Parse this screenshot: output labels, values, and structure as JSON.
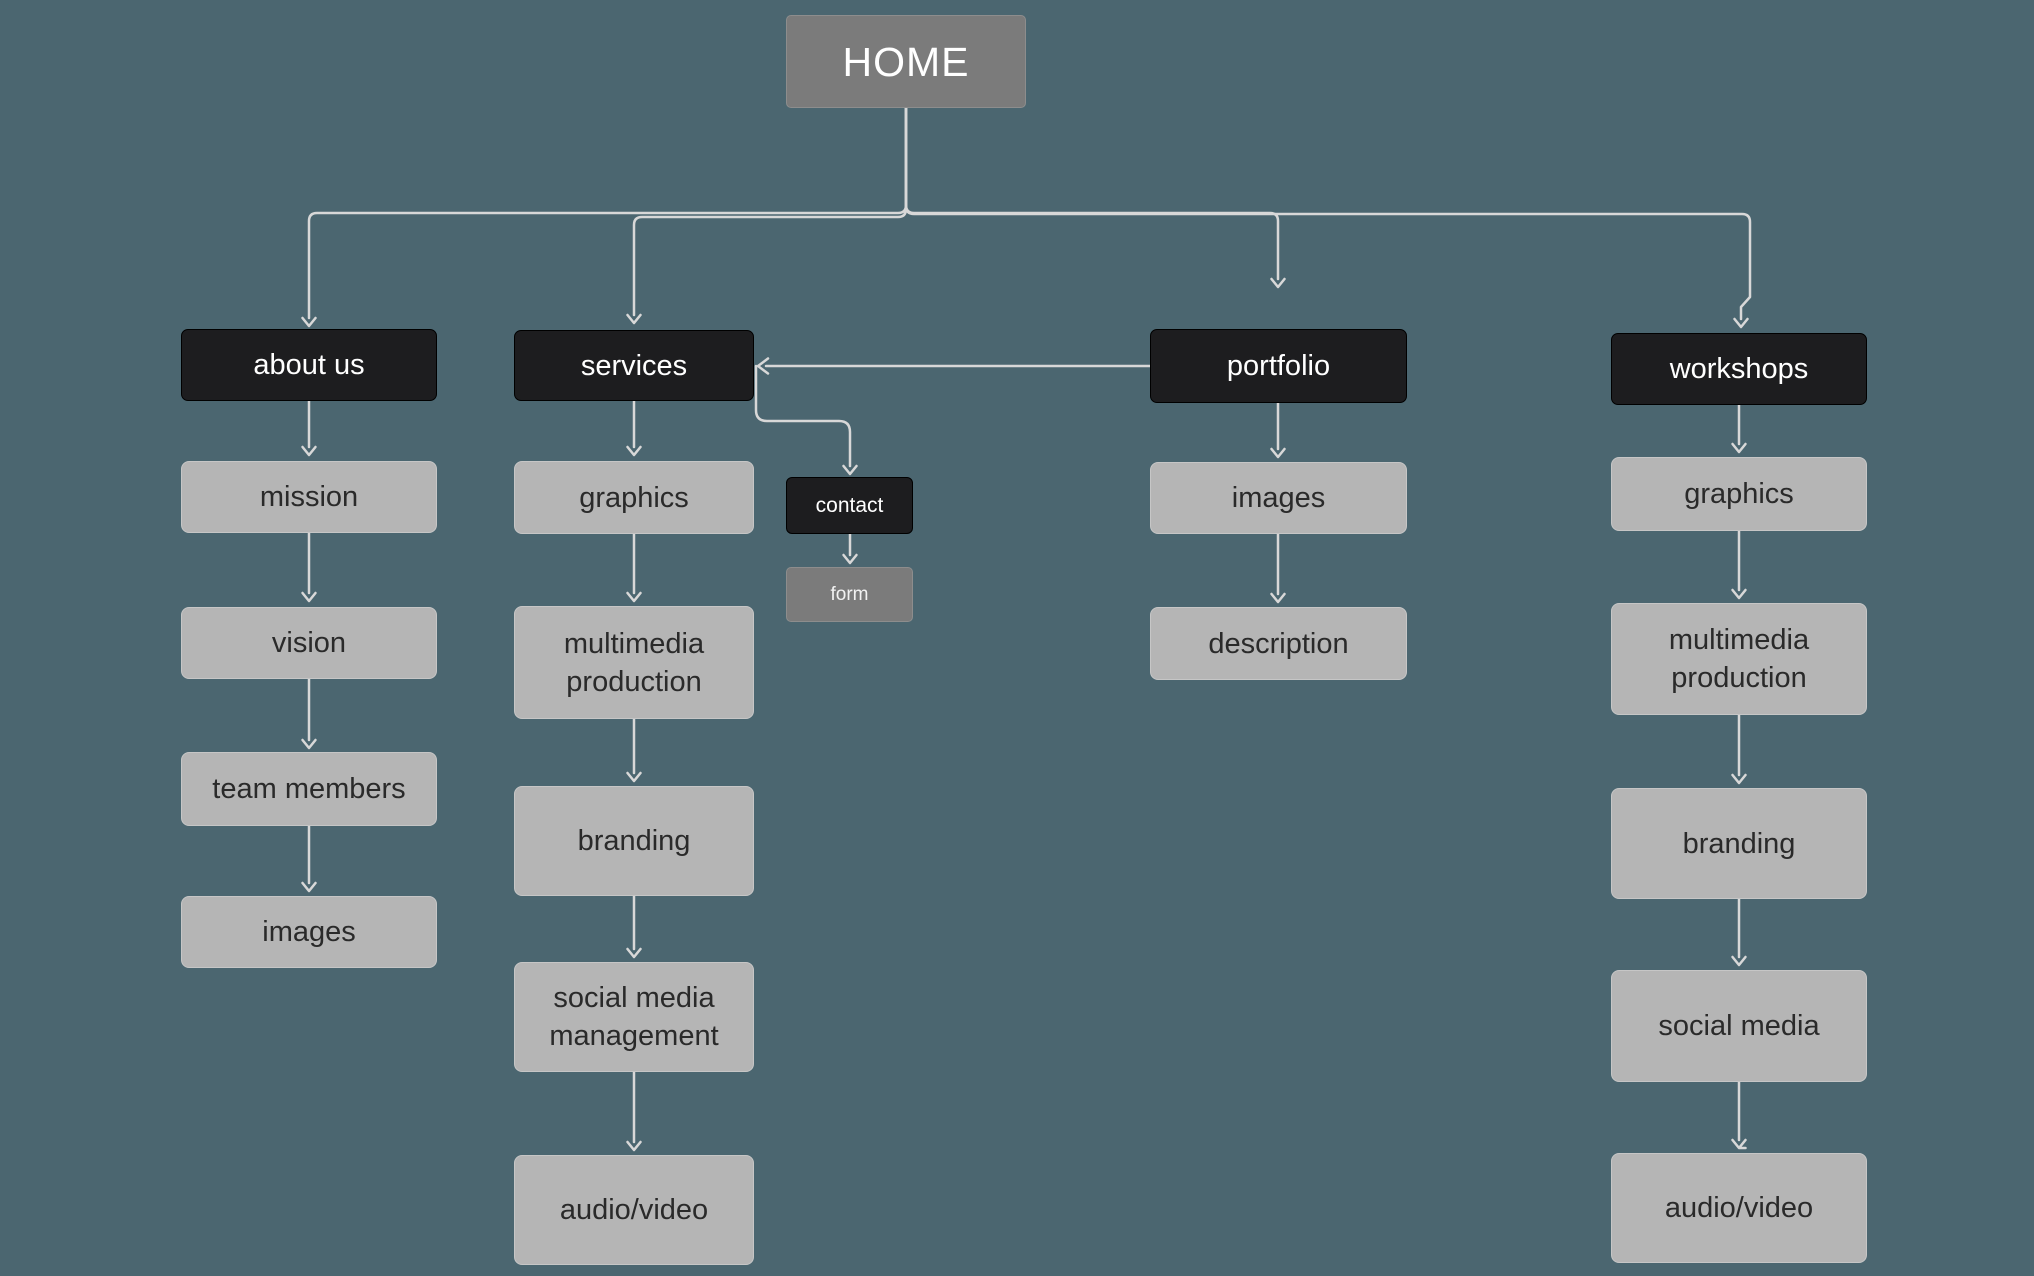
{
  "colors": {
    "bg": "#4b6670",
    "node-dark": "#1d1d1f",
    "node-gray": "#b5b5b5",
    "node-mid": "#7b7b7b",
    "line": "#d8d8d8",
    "text-dark": "#2a2a2a",
    "text-light": "#ffffff"
  },
  "home": {
    "label": "HOME"
  },
  "columns": [
    {
      "header": "about us",
      "items": [
        "mission",
        "vision",
        "team members",
        "images"
      ]
    },
    {
      "header": "services",
      "items": [
        "graphics",
        "multimedia production",
        "branding",
        "social media management",
        "audio/video"
      ]
    },
    {
      "header": "portfolio",
      "items": [
        "images",
        "description"
      ]
    },
    {
      "header": "workshops",
      "items": [
        "graphics",
        "multimedia production",
        "branding",
        "social media",
        "audio/video"
      ]
    }
  ],
  "contact": {
    "label": "contact"
  },
  "form": {
    "label": "form"
  }
}
